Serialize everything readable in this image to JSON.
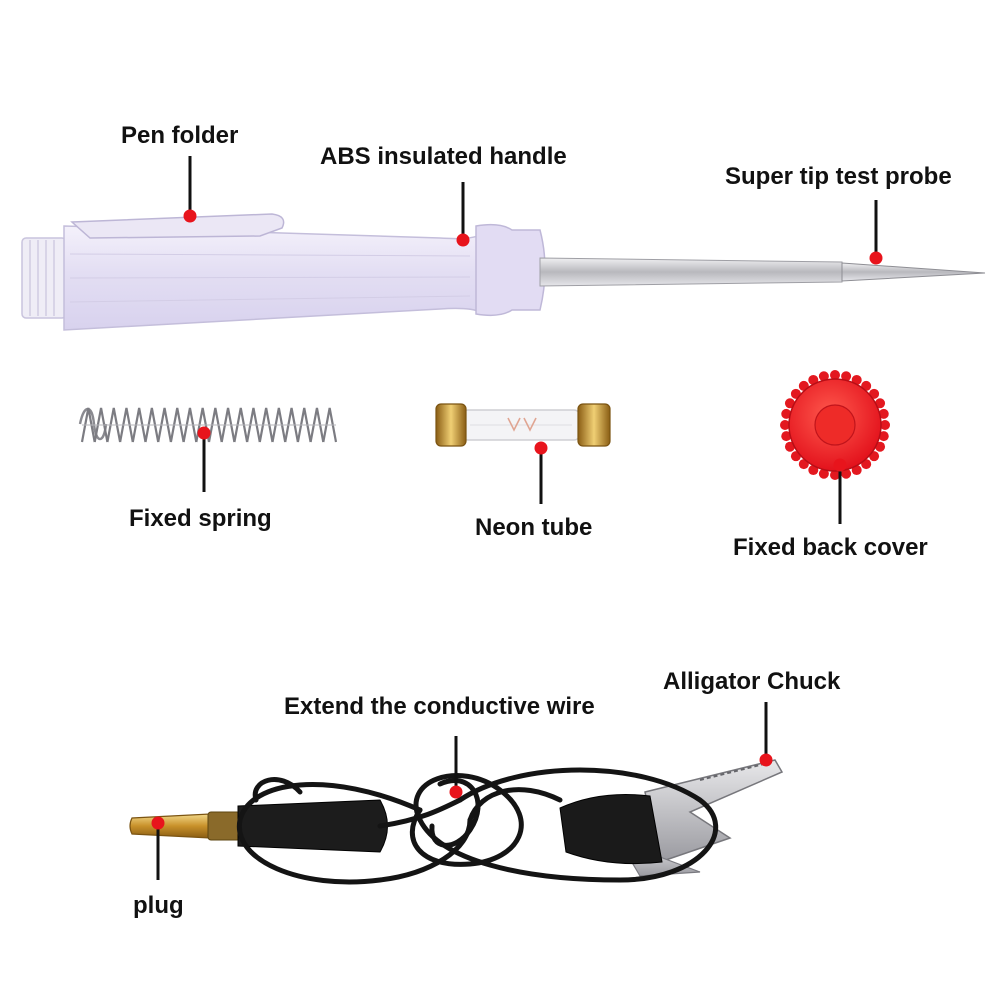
{
  "labels": {
    "pen_folder": "Pen folder",
    "abs_handle": "ABS insulated handle",
    "super_tip": "Super tip test probe",
    "fixed_spring": "Fixed spring",
    "neon_tube": "Neon tube",
    "fixed_back_cover": "Fixed back cover",
    "alligator_chuck": "Alligator Chuck",
    "conductive_wire": "Extend the conductive wire",
    "plug": "plug"
  },
  "colors": {
    "callout_dot": "#e8141c",
    "callout_line": "#111111",
    "handle": "#e7e2f6",
    "back_cover": "#f0262a",
    "wire": "#151515",
    "plug_brass": "#d4a23a",
    "metal": "#c9c9cc"
  }
}
